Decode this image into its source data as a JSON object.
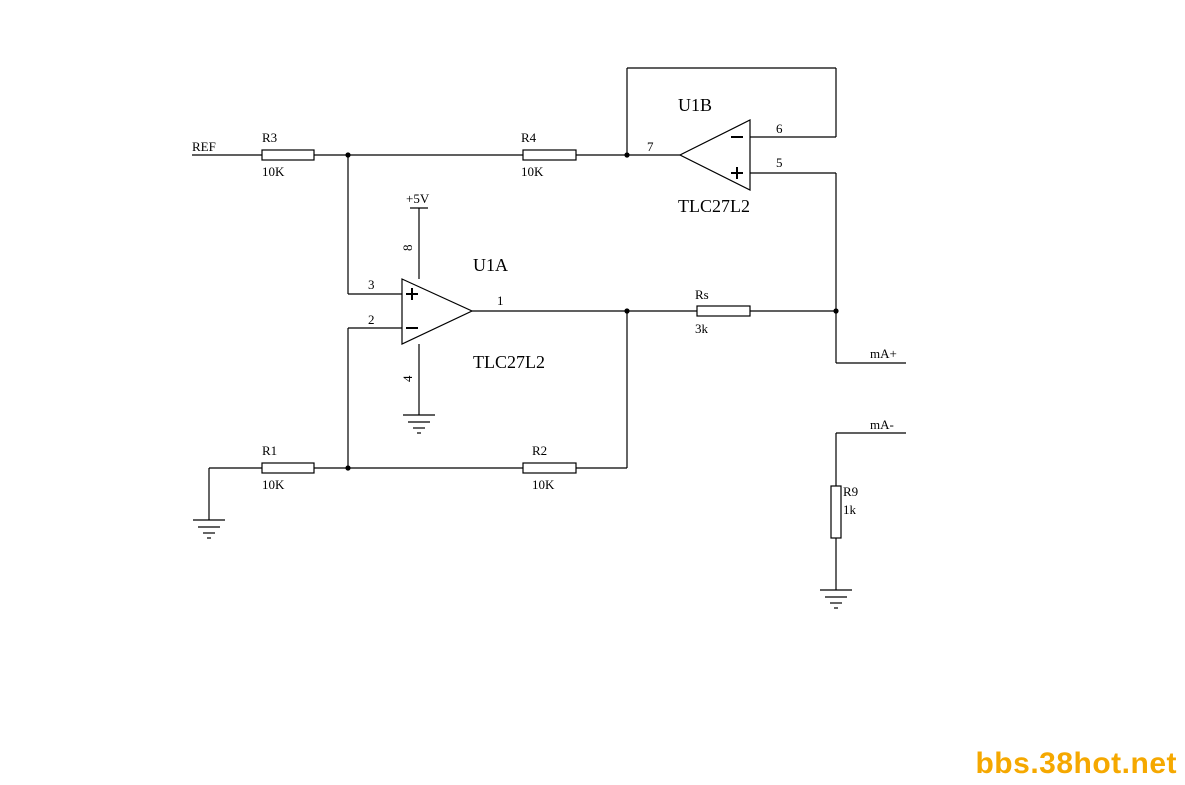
{
  "labels": {
    "ref": "REF",
    "r3_name": "R3",
    "r3_value": "10K",
    "r4_name": "R4",
    "r4_value": "10K",
    "r1_name": "R1",
    "r1_value": "10K",
    "r2_name": "R2",
    "r2_value": "10K",
    "rs_name": "Rs",
    "rs_value": "3k",
    "r9_name": "R9",
    "r9_value": "1k",
    "vcc": "+5V",
    "u1a": "U1A",
    "u1a_part": "TLC27L2",
    "u1b": "U1B",
    "u1b_part": "TLC27L2",
    "pin1": "1",
    "pin2": "2",
    "pin3": "3",
    "pin4": "4",
    "pin5": "5",
    "pin6": "6",
    "pin7": "7",
    "pin8": "8",
    "ma_plus": "mA+",
    "ma_minus": "mA-",
    "plus_sign": "+",
    "minus_sign": "−"
  },
  "watermark": "bbs.38hot.net",
  "colors": {
    "watermark": "#f5a800",
    "line": "#000000",
    "background": "#ffffff"
  }
}
